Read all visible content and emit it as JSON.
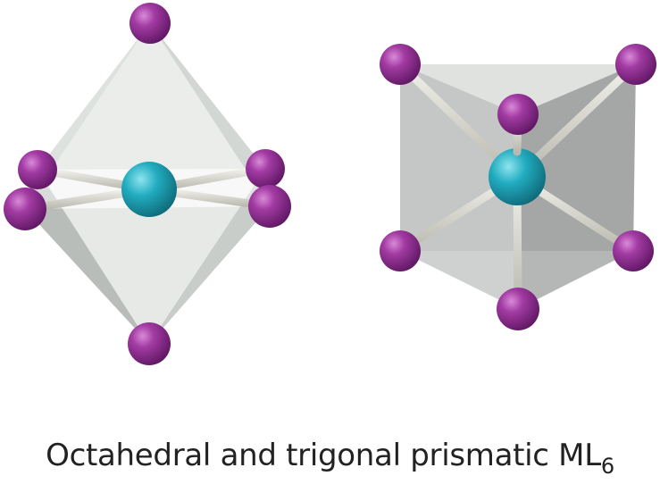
{
  "caption": {
    "text": "Octahedral and trigonal prismatic ML",
    "subscript": "6"
  },
  "colors": {
    "metal_atom": "#1fa9bd",
    "ligand_atom": "#9a2f9c",
    "bond": "#d8d8d0",
    "polyhedron_face_light": "#e6e8e6",
    "polyhedron_face_dark": "#9fa3a1",
    "caption_text": "#222222"
  },
  "figure": {
    "left_structure": "octahedral",
    "right_structure": "trigonal-prismatic",
    "atoms_per_structure": {
      "metal": 1,
      "ligands": 6
    }
  }
}
